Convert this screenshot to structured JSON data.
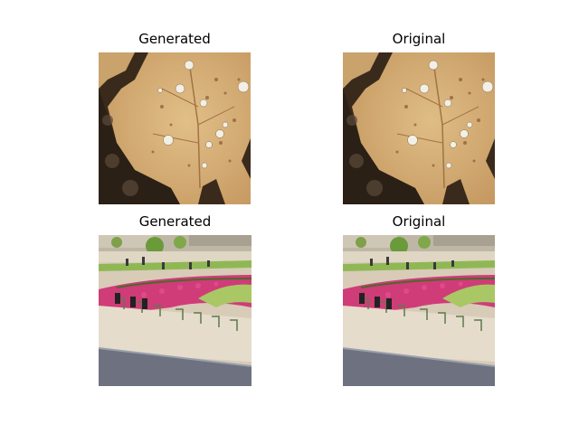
{
  "figure": {
    "panels": [
      {
        "title": "Generated",
        "image": "leaf-with-water-droplets"
      },
      {
        "title": "Original",
        "image": "leaf-with-water-droplets"
      },
      {
        "title": "Generated",
        "image": "park-garden-with-chairs-and-flowers"
      },
      {
        "title": "Original",
        "image": "park-garden-with-chairs-and-flowers"
      }
    ]
  }
}
